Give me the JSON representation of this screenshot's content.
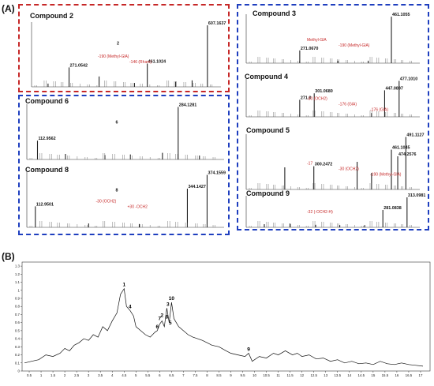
{
  "panel_a_label": "(A)",
  "panel_b_label": "(B)",
  "chart_data": [
    {
      "type": "bar",
      "title": "Compound 2",
      "panel": "A",
      "structure_number": "2",
      "peaks": [
        {
          "mz": 271.0542,
          "rel": 0.3,
          "label": "271.0542"
        },
        {
          "mz": 461.1024,
          "rel": 0.36,
          "label": "461.1024"
        },
        {
          "mz": 607.1637,
          "rel": 0.95,
          "label": "607.1637"
        },
        {
          "mz": 344.0,
          "rel": 0.16,
          "label": ""
        },
        {
          "mz": 570.0,
          "rel": 0.1,
          "label": ""
        },
        {
          "mz": 530.0,
          "rel": 0.08,
          "label": ""
        },
        {
          "mz": 430.0,
          "rel": 0.06,
          "label": ""
        },
        {
          "mz": 220.0,
          "rel": 0.05,
          "label": ""
        }
      ],
      "annotations": [
        "-190 (Methyl-GlA)",
        "-146 (Rham)"
      ]
    },
    {
      "type": "bar",
      "title": "Compound 3",
      "panel": "A",
      "peaks": [
        {
          "mz": 271.067,
          "rel": 0.26,
          "label": "271.0670"
        },
        {
          "mz": 461.1055,
          "rel": 0.95,
          "label": "461.1055"
        },
        {
          "mz": 413.0,
          "rel": 0.05,
          "label": ""
        },
        {
          "mz": 350.0,
          "rel": 0.05,
          "label": ""
        }
      ],
      "annotations": [
        "Methyl-GlA",
        "-190 (Methyl-GlA)"
      ]
    },
    {
      "type": "bar",
      "title": "Compound 4",
      "panel": "A",
      "peaks": [
        {
          "mz": 271.0,
          "rel": 0.45,
          "label": "271.0"
        },
        {
          "mz": 301.068,
          "rel": 0.62,
          "label": "301.0680"
        },
        {
          "mz": 447.0897,
          "rel": 0.7,
          "label": "447.0897"
        },
        {
          "mz": 477.101,
          "rel": 0.95,
          "label": "477.1010"
        },
        {
          "mz": 420.0,
          "rel": 0.1,
          "label": ""
        }
      ],
      "annotations": [
        "-30 (OCH2)",
        "-176 (GlA)",
        "-176 (GlA)"
      ]
    },
    {
      "type": "bar",
      "title": "Compound 5",
      "panel": "A",
      "peaks": [
        {
          "mz": 300.2472,
          "rel": 0.42,
          "label": "300.2472"
        },
        {
          "mz": 461.1045,
          "rel": 0.72,
          "label": "461.1045"
        },
        {
          "mz": 474.2576,
          "rel": 0.6,
          "label": "474.2576"
        },
        {
          "mz": 491.1127,
          "rel": 0.95,
          "label": "491.1127"
        },
        {
          "mz": 240.0,
          "rel": 0.4,
          "label": ""
        },
        {
          "mz": 390.0,
          "rel": 0.5,
          "label": ""
        },
        {
          "mz": 420.0,
          "rel": 0.3,
          "label": ""
        }
      ],
      "annotations": [
        "-17",
        "-30 (OCH2)",
        "-190 (Methyl-GlA)"
      ]
    },
    {
      "type": "bar",
      "title": "Compound 6",
      "panel": "A",
      "structure_number": "6",
      "peaks": [
        {
          "mz": 112.9562,
          "rel": 0.34,
          "label": "112.9562"
        },
        {
          "mz": 284.1281,
          "rel": 0.95,
          "label": "284.1281"
        },
        {
          "mz": 147.0,
          "rel": 0.1,
          "label": ""
        },
        {
          "mz": 195.0,
          "rel": 0.08,
          "label": ""
        },
        {
          "mz": 226.0,
          "rel": 0.09,
          "label": ""
        },
        {
          "mz": 265.0,
          "rel": 0.12,
          "label": ""
        },
        {
          "mz": 310.0,
          "rel": 0.07,
          "label": ""
        }
      ],
      "annotations": []
    },
    {
      "type": "bar",
      "title": "Compound 8",
      "panel": "A",
      "structure_number": "8",
      "peaks": [
        {
          "mz": 112.9501,
          "rel": 0.38,
          "label": "112.9501"
        },
        {
          "mz": 344.1427,
          "rel": 0.7,
          "label": "344.1427"
        },
        {
          "mz": 374.1559,
          "rel": 0.95,
          "label": "374.1559"
        },
        {
          "mz": 194.0,
          "rel": 0.07,
          "label": ""
        },
        {
          "mz": 271.0,
          "rel": 0.06,
          "label": ""
        }
      ],
      "annotations": [
        "-30 (OCH2)",
        "+30 -OCH2"
      ]
    },
    {
      "type": "bar",
      "title": "Compound 9",
      "panel": "A",
      "peaks": [
        {
          "mz": 124.0,
          "rel": 0.1,
          "label": ""
        },
        {
          "mz": 158.0,
          "rel": 0.12,
          "label": ""
        },
        {
          "mz": 192.0,
          "rel": 0.08,
          "label": ""
        },
        {
          "mz": 224.0,
          "rel": 0.07,
          "label": ""
        },
        {
          "mz": 257.0,
          "rel": 0.07,
          "label": ""
        },
        {
          "mz": 281.0838,
          "rel": 0.55,
          "label": "281.0838"
        },
        {
          "mz": 313.0981,
          "rel": 0.95,
          "label": "313.0981"
        }
      ],
      "annotations": [
        "-32 (-OCH2-H)"
      ]
    },
    {
      "type": "line",
      "panel": "B",
      "x_ticks": [
        "0.5",
        "1",
        "1.5",
        "2",
        "2.5",
        "3",
        "3.5",
        "4",
        "4.5",
        "5",
        "5.5",
        "6",
        "6.5",
        "7",
        "7.5",
        "8",
        "8.5",
        "9",
        "9.5",
        "10",
        "10.5",
        "11",
        "11.5",
        "12",
        "12.5",
        "13",
        "13.5",
        "14",
        "14.5",
        "15",
        "15.5",
        "16",
        "16.5",
        "17"
      ],
      "y_ticks": [
        "0",
        "0.1",
        "0.2",
        "0.3",
        "0.4",
        "0.5",
        "0.6",
        "0.7",
        "0.8",
        "0.9",
        "1",
        "1.1",
        "1.2",
        "1.3"
      ],
      "x": [
        0.3,
        0.6,
        0.9,
        1.2,
        1.5,
        1.8,
        2.0,
        2.2,
        2.4,
        2.6,
        2.8,
        3.0,
        3.2,
        3.4,
        3.6,
        3.8,
        4.0,
        4.2,
        4.35,
        4.5,
        4.6,
        4.75,
        4.9,
        5.0,
        5.2,
        5.4,
        5.6,
        5.8,
        5.9,
        6.0,
        6.1,
        6.2,
        6.3,
        6.4,
        6.5,
        6.6,
        6.8,
        7.0,
        7.2,
        7.4,
        7.6,
        7.8,
        8.0,
        8.2,
        8.5,
        8.8,
        9.0,
        9.3,
        9.6,
        9.75,
        9.9,
        10.2,
        10.5,
        10.8,
        11.0,
        11.3,
        11.6,
        11.8,
        12.0,
        12.3,
        12.6,
        12.9,
        13.2,
        13.5,
        13.8,
        14.1,
        14.4,
        14.7,
        15.0,
        15.3,
        15.6,
        15.9,
        16.2,
        16.5,
        16.8,
        17.1
      ],
      "y": [
        0.1,
        0.12,
        0.14,
        0.2,
        0.18,
        0.22,
        0.28,
        0.25,
        0.32,
        0.35,
        0.4,
        0.38,
        0.45,
        0.42,
        0.55,
        0.5,
        0.62,
        0.72,
        0.95,
        1.02,
        0.8,
        0.75,
        0.68,
        0.55,
        0.5,
        0.45,
        0.42,
        0.48,
        0.5,
        0.58,
        0.62,
        0.55,
        0.78,
        0.6,
        0.85,
        0.65,
        0.55,
        0.5,
        0.45,
        0.42,
        0.4,
        0.38,
        0.35,
        0.32,
        0.3,
        0.25,
        0.22,
        0.2,
        0.18,
        0.22,
        0.12,
        0.18,
        0.16,
        0.22,
        0.2,
        0.25,
        0.2,
        0.22,
        0.18,
        0.2,
        0.15,
        0.16,
        0.12,
        0.14,
        0.1,
        0.12,
        0.09,
        0.1,
        0.08,
        0.12,
        0.09,
        0.08,
        0.1,
        0.08,
        0.07,
        0.06
      ],
      "ylim": [
        0,
        1.35
      ],
      "xlim": [
        0.2,
        17.4
      ],
      "peak_labels": [
        {
          "label": "1",
          "x": 4.5,
          "y": 1.02
        },
        {
          "label": "4",
          "x": 4.75,
          "y": 0.75
        },
        {
          "label": "6",
          "x": 5.9,
          "y": 0.5
        },
        {
          "label": "7",
          "x": 6.0,
          "y": 0.6
        },
        {
          "label": "2",
          "x": 6.1,
          "y": 0.64
        },
        {
          "label": "8",
          "x": 6.3,
          "y": 0.62
        },
        {
          "label": "3",
          "x": 6.35,
          "y": 0.78
        },
        {
          "label": "5",
          "x": 6.45,
          "y": 0.55
        },
        {
          "label": "10",
          "x": 6.5,
          "y": 0.85
        },
        {
          "label": "9",
          "x": 9.75,
          "y": 0.22
        }
      ]
    }
  ]
}
